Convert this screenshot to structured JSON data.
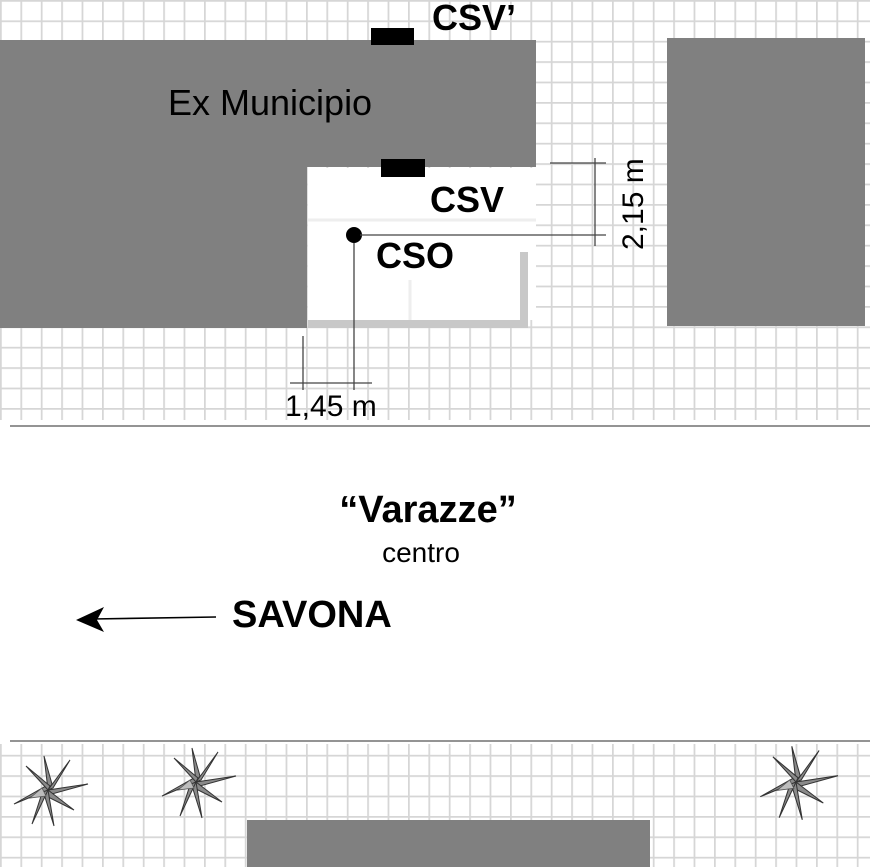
{
  "labels": {
    "building": "Ex Municipio",
    "csv_prime": "CSV’",
    "csv": "CSV",
    "cso": "CSO",
    "dim_vertical": "2,15 m",
    "dim_horizontal": "1,45 m",
    "street_name": "“Varazze”",
    "street_sub": "centro",
    "direction": "SAVONA"
  },
  "icons": {
    "direction_arrow": "arrow-left-icon",
    "plant": "palm-plant-icon"
  },
  "colors": {
    "building": "#808080",
    "grid": "#d8d8d8",
    "ink": "#000000"
  }
}
